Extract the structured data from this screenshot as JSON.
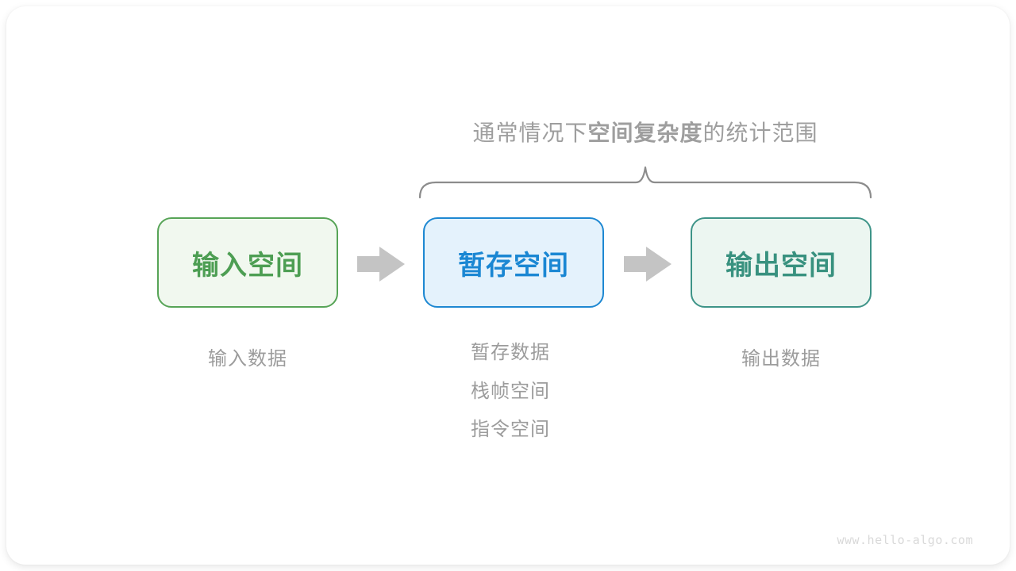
{
  "title": {
    "prefix": "通常情况下",
    "bold": "空间复杂度",
    "suffix": "的统计范围"
  },
  "boxes": [
    {
      "id": "input",
      "label": "输入空间",
      "text_color": "#4d9e53",
      "border_color": "#57a457",
      "bg_color": "#f1f8ef"
    },
    {
      "id": "temp",
      "label": "暂存空间",
      "text_color": "#1a87d3",
      "border_color": "#1e88d2",
      "bg_color": "#e4f2fc"
    },
    {
      "id": "output",
      "label": "输出空间",
      "text_color": "#38917f",
      "border_color": "#3e9488",
      "bg_color": "#ecf6f1"
    }
  ],
  "annotations": {
    "input": "输入数据",
    "temp": [
      "暂存数据",
      "栈帧空间",
      "指令空间"
    ],
    "output": "输出数据"
  },
  "watermark": "www.hello-algo.com",
  "colors": {
    "title_text": "#9e9e9e",
    "annotation_text": "#9c9c9c",
    "arrow": "#c4c4c4",
    "brace": "#8c8c8c",
    "watermark": "#d9d9d9",
    "card_bg": "#ffffff"
  }
}
